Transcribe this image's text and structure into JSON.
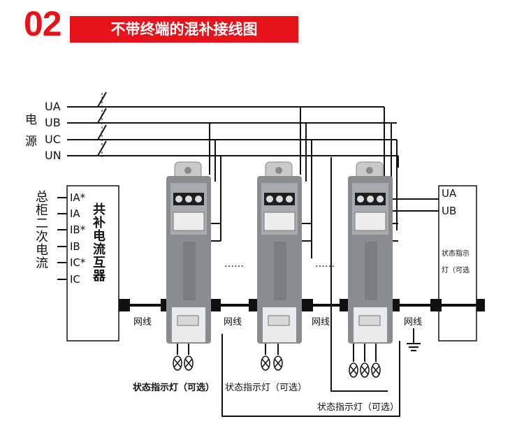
{
  "header": {
    "number": "02",
    "title": "不带终端的混补接线图"
  },
  "power": {
    "label": "电源",
    "lines": [
      "UA",
      "UB",
      "UC",
      "UN"
    ]
  },
  "ct": {
    "side_label": "总柜二次电流",
    "terminals": [
      "IA*",
      "IA",
      "IB*",
      "IB",
      "IC*",
      "IC"
    ],
    "box_label": "共补电流互器"
  },
  "right_box": {
    "lines": [
      "UA",
      "UB"
    ],
    "label": "状态指示灯（可选"
  },
  "cables": [
    "网线",
    "网线",
    "网线",
    "网线"
  ],
  "dots": [
    "……",
    "……"
  ],
  "indicators": [
    "状态指示灯（可选）",
    "状态指示灯（可选）",
    "状态指示灯（可选）"
  ],
  "colors": {
    "accent": "#e8121a",
    "line": "#111111",
    "device": "#8a8d8f"
  }
}
